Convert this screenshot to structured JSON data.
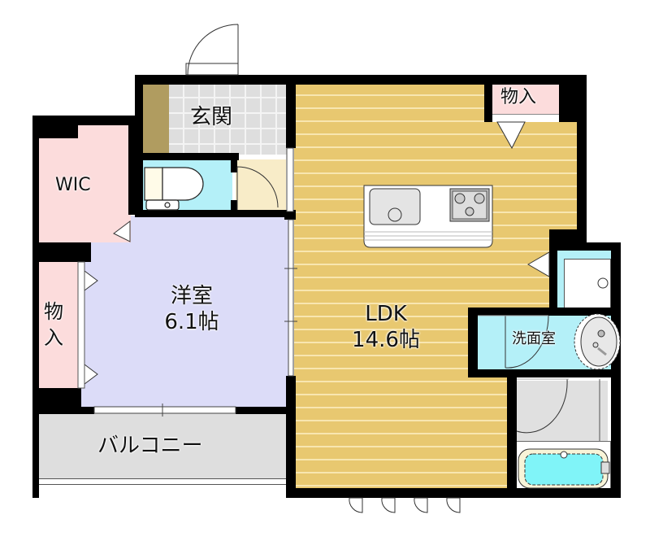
{
  "floorplan": {
    "rooms": {
      "genkan": {
        "label": "玄関"
      },
      "wic": {
        "label": "WIC"
      },
      "storage_left": {
        "label_line1": "物",
        "label_line2": "入"
      },
      "yoshitsu": {
        "label": "洋室",
        "size": "6.1帖"
      },
      "ldk": {
        "label": "LDK",
        "size": "14.6帖"
      },
      "storage_top": {
        "label": "物入"
      },
      "senmenshitsu": {
        "label": "洗面室"
      },
      "balcony": {
        "label": "バルコニー"
      }
    },
    "colors": {
      "wall": "#000000",
      "ldk_floor": "#e8c870",
      "ldk_floor_line": "#f8e6b0",
      "yoshitsu_floor": "#dcdcf8",
      "closet_pink": "#fcdcdc",
      "genkan_tile": "#dedede",
      "shoe_box": "#b09c60",
      "water_area": "#b4f0f8",
      "balcony": "#dedede",
      "bathtub": "#80f4f8",
      "bath_floor": "#e0e0e0"
    }
  }
}
